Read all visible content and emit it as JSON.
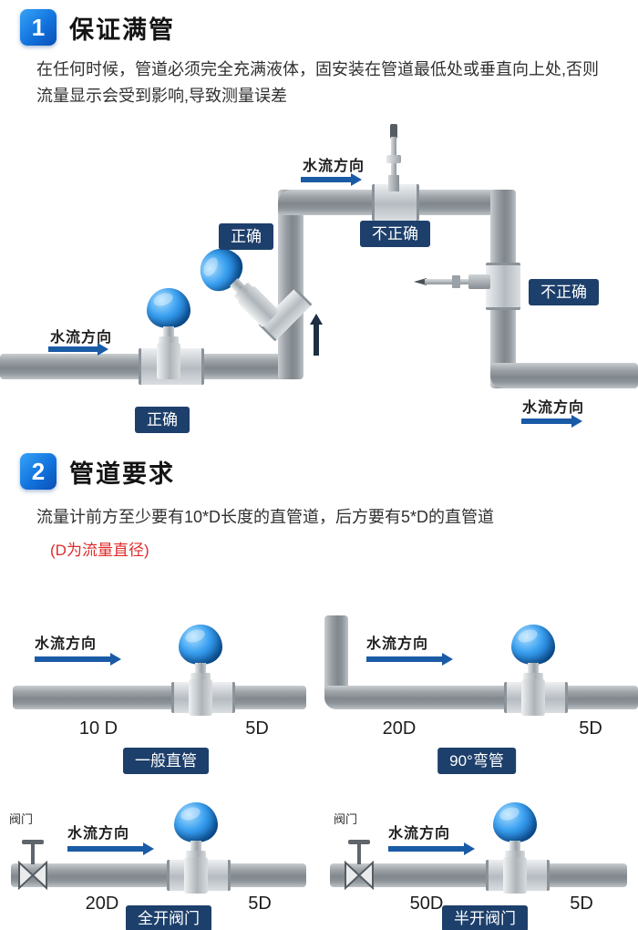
{
  "common": {
    "flow_direction": "水流方向",
    "correct": "正确",
    "incorrect": "不正确",
    "valve_label": "阀门"
  },
  "section1": {
    "number": "1",
    "title": "保证满管",
    "description": "在任何时候，管道必须完全充满液体，固安装在管道最低处或垂直向上处,否则流量显示会受到影响,导致测量误差"
  },
  "section2": {
    "number": "2",
    "title": "管道要求",
    "description": "流量计前方至少要有10*D长度的直管道，后方要有5*D的直管道",
    "note": "(D为流量直径)",
    "diagrams": [
      {
        "upstream": "10 D",
        "downstream": "5D",
        "caption": "一般直管"
      },
      {
        "upstream": "20D",
        "downstream": "5D",
        "caption": "90°弯管"
      },
      {
        "upstream": "20D",
        "downstream": "5D",
        "caption": "全开阀门"
      },
      {
        "upstream": "50D",
        "downstream": "5D",
        "caption": "半开阀门"
      }
    ]
  },
  "colors": {
    "accent_blue": "#1273dd",
    "badge_navy": "#1d3f6b",
    "sensor_blue": "#1e88e5",
    "pipe_gray": "#9ca2a7",
    "arrow_blue": "#1a5ba6",
    "note_red": "#e02b2b"
  }
}
